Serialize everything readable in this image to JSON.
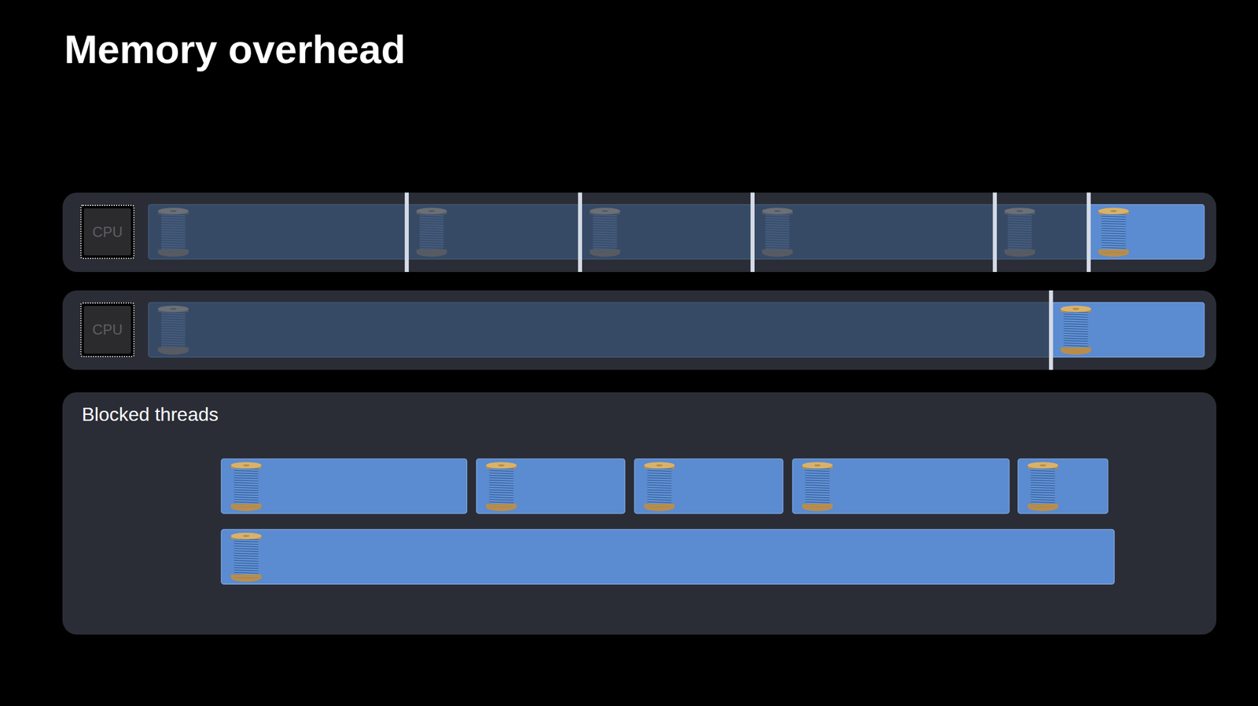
{
  "diagram": {
    "title": "Memory overhead",
    "nodes": [
      {
        "text": [
          "CPU"
        ]
      },
      {
        "text": [
          "CPU"
        ]
      },
      {
        "text": [
          "Blocked threads"
        ]
      }
    ]
  }
}
